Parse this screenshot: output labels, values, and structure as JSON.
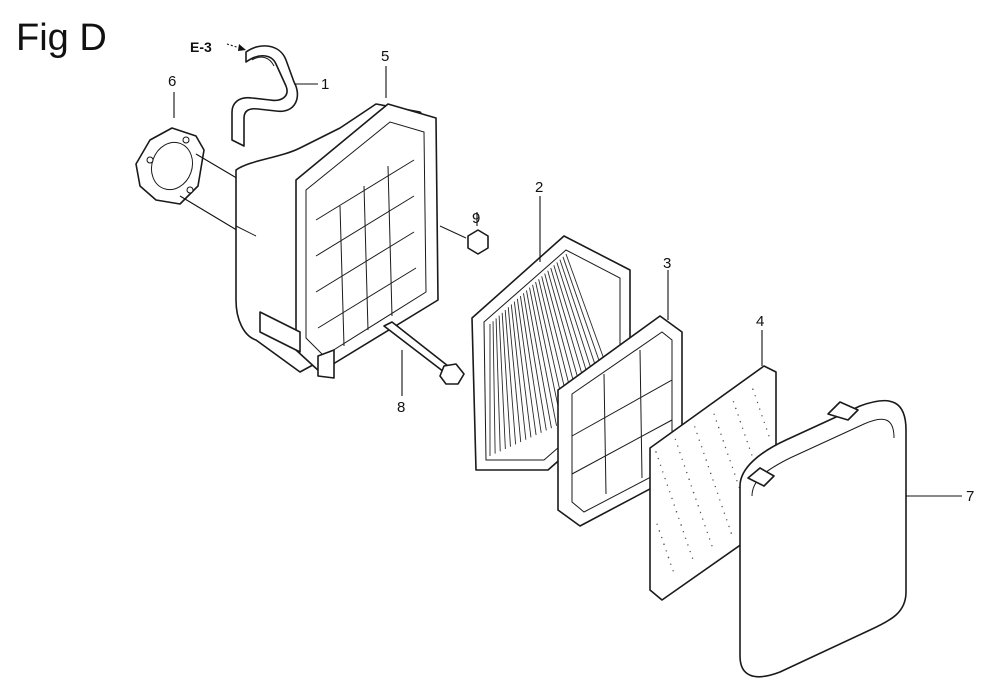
{
  "figure": {
    "title": "Fig D",
    "reference": "E-3",
    "callouts": [
      "1",
      "2",
      "3",
      "4",
      "5",
      "6",
      "7",
      "8",
      "9"
    ]
  },
  "parts": [
    {
      "number": "1",
      "icon": "tube-icon"
    },
    {
      "number": "2",
      "icon": "pleated-filter-icon"
    },
    {
      "number": "3",
      "icon": "filter-grid-icon"
    },
    {
      "number": "4",
      "icon": "foam-sheet-icon"
    },
    {
      "number": "5",
      "icon": "air-cleaner-case-icon"
    },
    {
      "number": "6",
      "icon": "gasket-icon"
    },
    {
      "number": "7",
      "icon": "cover-icon"
    },
    {
      "number": "8",
      "icon": "bolt-icon"
    },
    {
      "number": "9",
      "icon": "nut-icon"
    }
  ]
}
